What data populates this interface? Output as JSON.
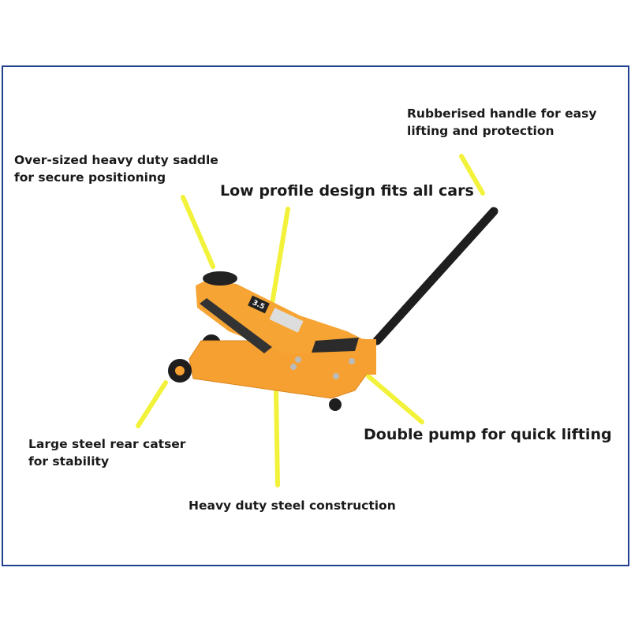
{
  "labels": {
    "handle": [
      "Rubberised handle for easy",
      "lifting and protection"
    ],
    "saddle": [
      "Over-sized heavy duty saddle",
      "for secure positioning"
    ],
    "low_profile": "Low profile design fits all cars",
    "rear_caster": [
      "Large steel rear catser",
      "for stability"
    ],
    "pump": "Double pump for quick lifting",
    "steel": "Heavy duty steel construction"
  },
  "product_badge": "3.5",
  "colors": {
    "frame": "#1f3f8f",
    "pointer": "#f2f23a",
    "jack_body": "#f5a030",
    "jack_dark": "#2b2b2b"
  }
}
